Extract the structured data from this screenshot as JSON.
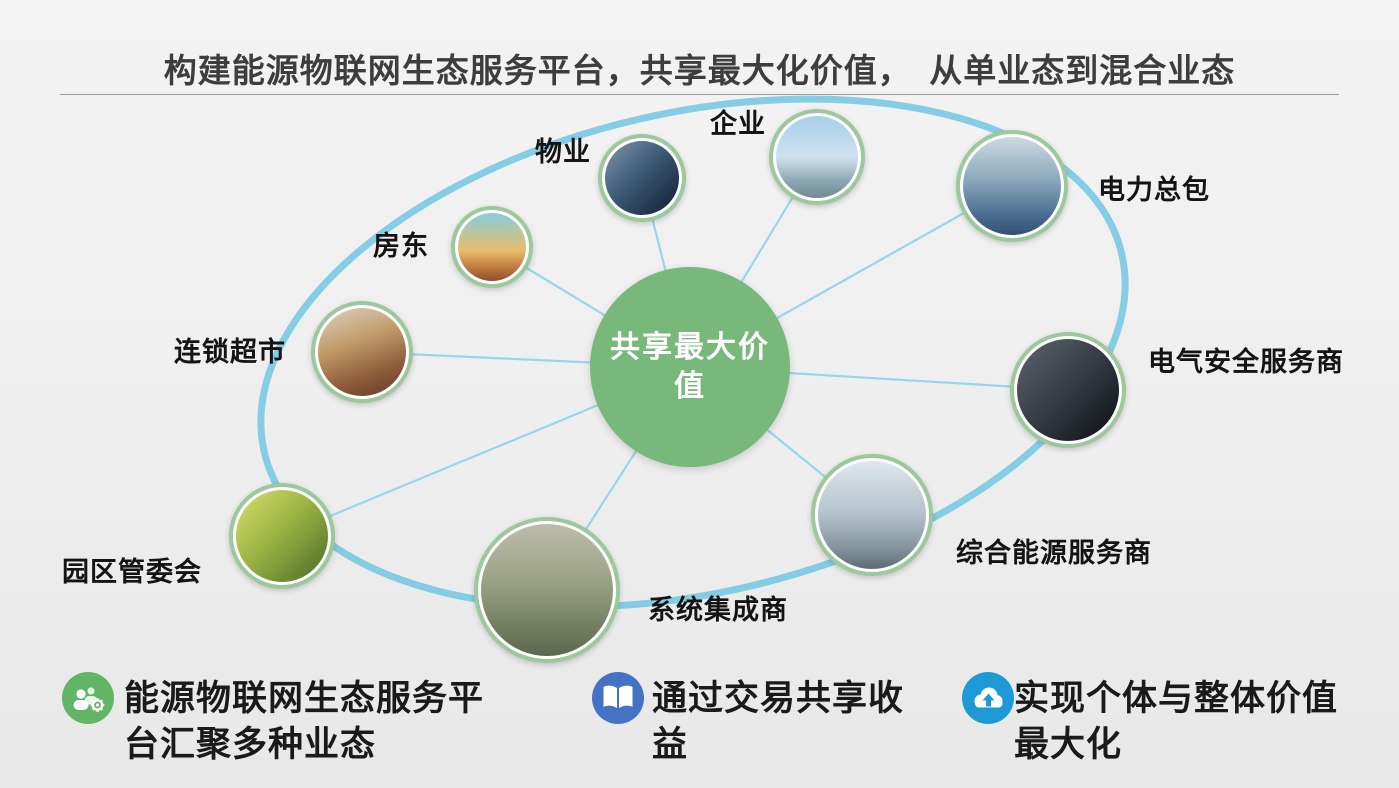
{
  "title": "构建能源物联网生态服务平台，共享最大化价值，　从单业态到混合业态",
  "center": {
    "label": "共享最大价值",
    "line1": "共享最大价",
    "line2": "值"
  },
  "nodes": [
    {
      "id": "qiye",
      "label": "企业",
      "photo_desc": "office-building-photo"
    },
    {
      "id": "wuye",
      "label": "物业",
      "photo_desc": "hand-holding-phone-photo"
    },
    {
      "id": "fangdong",
      "label": "房东",
      "photo_desc": "colorful-town-buildings-photo"
    },
    {
      "id": "liansuochaoshi",
      "label": "连锁超市",
      "photo_desc": "supermarket-shelves-photo"
    },
    {
      "id": "yuanquguanweihui",
      "label": "园区管委会",
      "photo_desc": "industrial-park-market-photo"
    },
    {
      "id": "xitongjichengshang",
      "label": "系统集成商",
      "photo_desc": "aerial-parking-lot-photo"
    },
    {
      "id": "zonghenengyuanfuwushang",
      "label": "综合能源服务商",
      "photo_desc": "building-with-clock-photo"
    },
    {
      "id": "dianqianquanfuwushang",
      "label": "电气安全服务商",
      "photo_desc": "dark-industrial-workshop-photo"
    },
    {
      "id": "dianlizongbao",
      "label": "电力总包",
      "photo_desc": "electrician-worker-photo"
    }
  ],
  "legend": [
    {
      "icon": "team-gear-icon",
      "color": "#62b566",
      "text": "能源物联网生态服务平台汇聚多种业态"
    },
    {
      "icon": "open-book-icon",
      "color": "#4472c4",
      "text": "通过交易共享收益"
    },
    {
      "icon": "cloud-upload-icon",
      "color": "#1d9ad6",
      "text": "实现个体与整体价值最大化"
    }
  ],
  "colors": {
    "center_circle": "#78b87a",
    "node_ring": "#9dc79c",
    "ellipse_stroke": "#72c7e3",
    "connector_line": "#8ed4ea",
    "title_text": "#3d3d3d",
    "label_text": "#141414",
    "background": "#efefef"
  }
}
